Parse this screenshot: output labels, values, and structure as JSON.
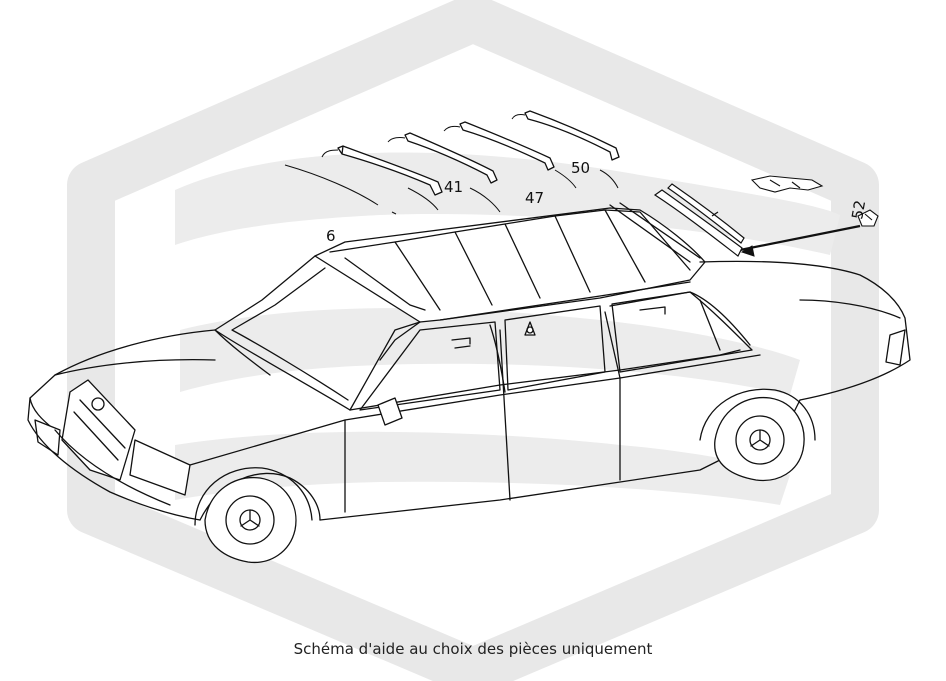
{
  "diagram": {
    "callouts": {
      "c6": "6",
      "c41": "41",
      "c47": "47",
      "c50": "50",
      "c52": "52"
    }
  },
  "caption": "Schéma d'aide au choix des pièces uniquement",
  "colors": {
    "watermark": "#e6e6e6",
    "line": "#111111",
    "background": "#ffffff"
  }
}
